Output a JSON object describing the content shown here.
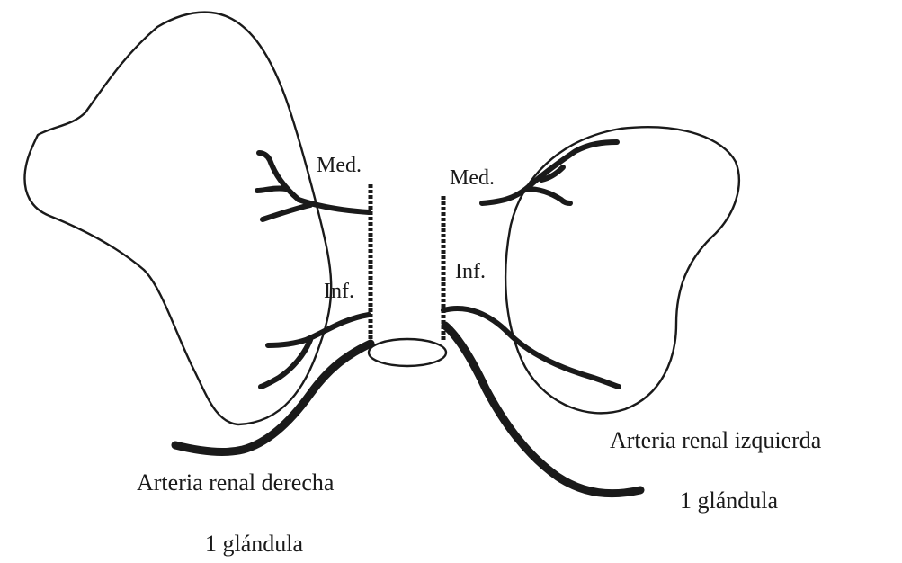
{
  "labels": {
    "left_upper": "Med.",
    "left_lower": "Inf.",
    "right_upper": "Med.",
    "right_lower": "Inf.",
    "left_artery": "Arteria renal derecha",
    "left_gland": "1 glándula",
    "right_artery": "Arteria renal izquierda",
    "right_gland": "1 glándula"
  }
}
